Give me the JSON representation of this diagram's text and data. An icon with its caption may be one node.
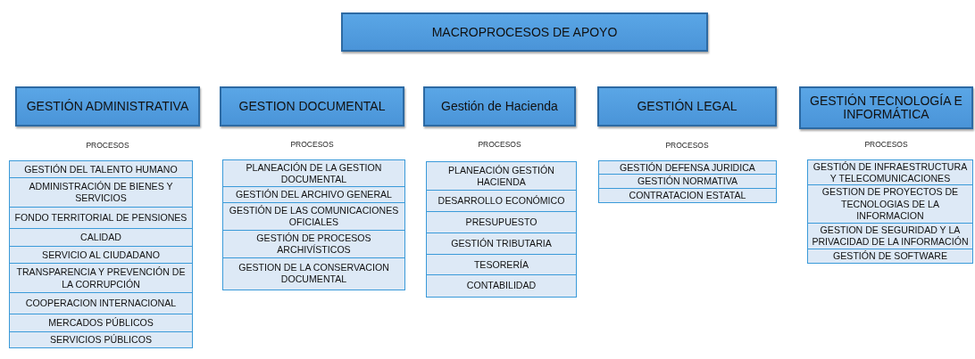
{
  "diagram": {
    "nodes": [
      {
        "text": [
          "MACROPROCESOS DE APOYO"
        ]
      },
      {
        "text": [
          "GESTIÓN ADMINISTRATIVA"
        ],
        "beside": [
          "PROCESOS"
        ]
      },
      {
        "text": [
          "GESTIÓN DEL TALENTO HUMANO"
        ]
      },
      {
        "text": [
          "ADMINISTRACIÓN DE BIENES Y SERVICIOS"
        ]
      },
      {
        "text": [
          "FONDO TERRITORIAL DE PENSIONES"
        ]
      },
      {
        "text": [
          "CALIDAD"
        ]
      },
      {
        "text": [
          "SERVICIO AL CIUDADANO"
        ]
      },
      {
        "text": [
          "TRANSPARENCIA Y PREVENCIÓN DE LA CORRUPCIÓN"
        ]
      },
      {
        "text": [
          "COOPERACION INTERNACIONAL"
        ]
      },
      {
        "text": [
          "MERCADOS PÚBLICOS"
        ]
      },
      {
        "text": [
          "SERVICIOS PÚBLICOS"
        ]
      },
      {
        "text": [
          "GESTION DOCUMENTAL"
        ],
        "beside": [
          "PROCESOS"
        ]
      },
      {
        "text": [
          "PLANEACIÓN DE LA GESTION DOCUMENTAL"
        ]
      },
      {
        "text": [
          "GESTIÓN DEL ARCHIVO GENERAL"
        ]
      },
      {
        "text": [
          "GESTIÓN DE LAS COMUNICACIONES OFICIALES"
        ]
      },
      {
        "text": [
          "GESTIÓN DE PROCESOS ARCHIVÍSTICOS"
        ]
      },
      {
        "text": [
          "GESTION DE LA CONSERVACION DOCUMENTAL"
        ]
      },
      {
        "text": [
          "Gestión de Hacienda"
        ],
        "beside": [
          "PROCESOS"
        ]
      },
      {
        "text": [
          "PLANEACIÓN GESTIÓN HACIENDA"
        ]
      },
      {
        "text": [
          "DESARROLLO ECONÓMICO"
        ]
      },
      {
        "text": [
          "PRESUPUESTO"
        ]
      },
      {
        "text": [
          "GESTIÓN TRIBUTARIA"
        ]
      },
      {
        "text": [
          "TESORERÍA"
        ]
      },
      {
        "text": [
          "CONTABILIDAD"
        ]
      },
      {
        "text": [
          "GESTIÓN LEGAL"
        ],
        "beside": [
          "PROCESOS"
        ]
      },
      {
        "text": [
          "GESTIÓN DEFENSA JURIDICA"
        ]
      },
      {
        "text": [
          "GESTIÓN NORMATIVA"
        ]
      },
      {
        "text": [
          "CONTRATACION ESTATAL"
        ]
      },
      {
        "text": [
          "GESTIÓN TECNOLOGÍA E INFORMÁTICA"
        ],
        "beside": [
          "PROCESOS"
        ]
      },
      {
        "text": [
          "GESTIÓN DE INFRAESTRUCTURA Y TELECOMUNICACIONES"
        ]
      },
      {
        "text": [
          "GESTION DE PROYECTOS DE TECNOLOGIAS DE LA INFORMACION"
        ]
      },
      {
        "text": [
          "GESTION DE SEGURIDAD Y LA PRIVACIDAD DE LA INFORMACIÓN"
        ]
      },
      {
        "text": [
          "GESTIÓN DE SOFTWARE"
        ]
      }
    ]
  }
}
